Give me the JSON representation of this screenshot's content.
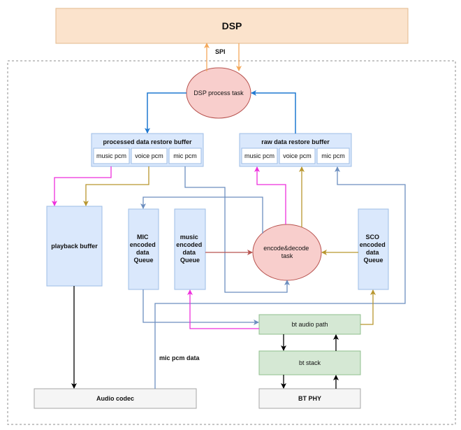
{
  "nodes": {
    "dsp": "DSP",
    "spi": "SPI",
    "dsp_task": "DSP process task",
    "proc_buffer": "processed data restore buffer",
    "proc_music": "music pcm",
    "proc_voice": "voice pcm",
    "proc_mic": "mic pcm",
    "raw_buffer": "raw data restore buffer",
    "raw_music": "music pcm",
    "raw_voice": "voice pcm",
    "raw_mic": "mic pcm",
    "playback_buffer": "playback buffer",
    "mic_queue": [
      "MIC",
      "encoded",
      "data",
      "Queue"
    ],
    "music_queue": [
      "music",
      "encoded",
      "data",
      "Queue"
    ],
    "codec_task": [
      "encode&decode",
      "task"
    ],
    "sco_queue": [
      "SCO",
      "encoded",
      "data",
      "Queue"
    ],
    "bt_audio_path": "bt audio path",
    "mic_pcm_data": "mic pcm data",
    "bt_stack": "bt stack",
    "audio_codec": "Audio codec",
    "bt_phy": "BT PHY"
  },
  "colors": {
    "blue": "#1f78d1",
    "orange": "#f4a85a",
    "magenta": "#ee2fdc",
    "olive": "#b8962e",
    "slate": "#6c8ebf",
    "red": "#b85450",
    "black": "#000000",
    "dsp_fill": "#fbe3cc",
    "dsp_stroke": "#e3b98c",
    "light_blue_fill": "#dae8fc",
    "light_blue_stroke": "#9cbde6",
    "green_fill": "#d5e8d4",
    "green_stroke": "#8fbf8c",
    "pink_fill": "#f8cecc",
    "pink_stroke": "#b85450",
    "grey_fill": "#f5f5f5",
    "grey_stroke": "#a6a6a6"
  }
}
